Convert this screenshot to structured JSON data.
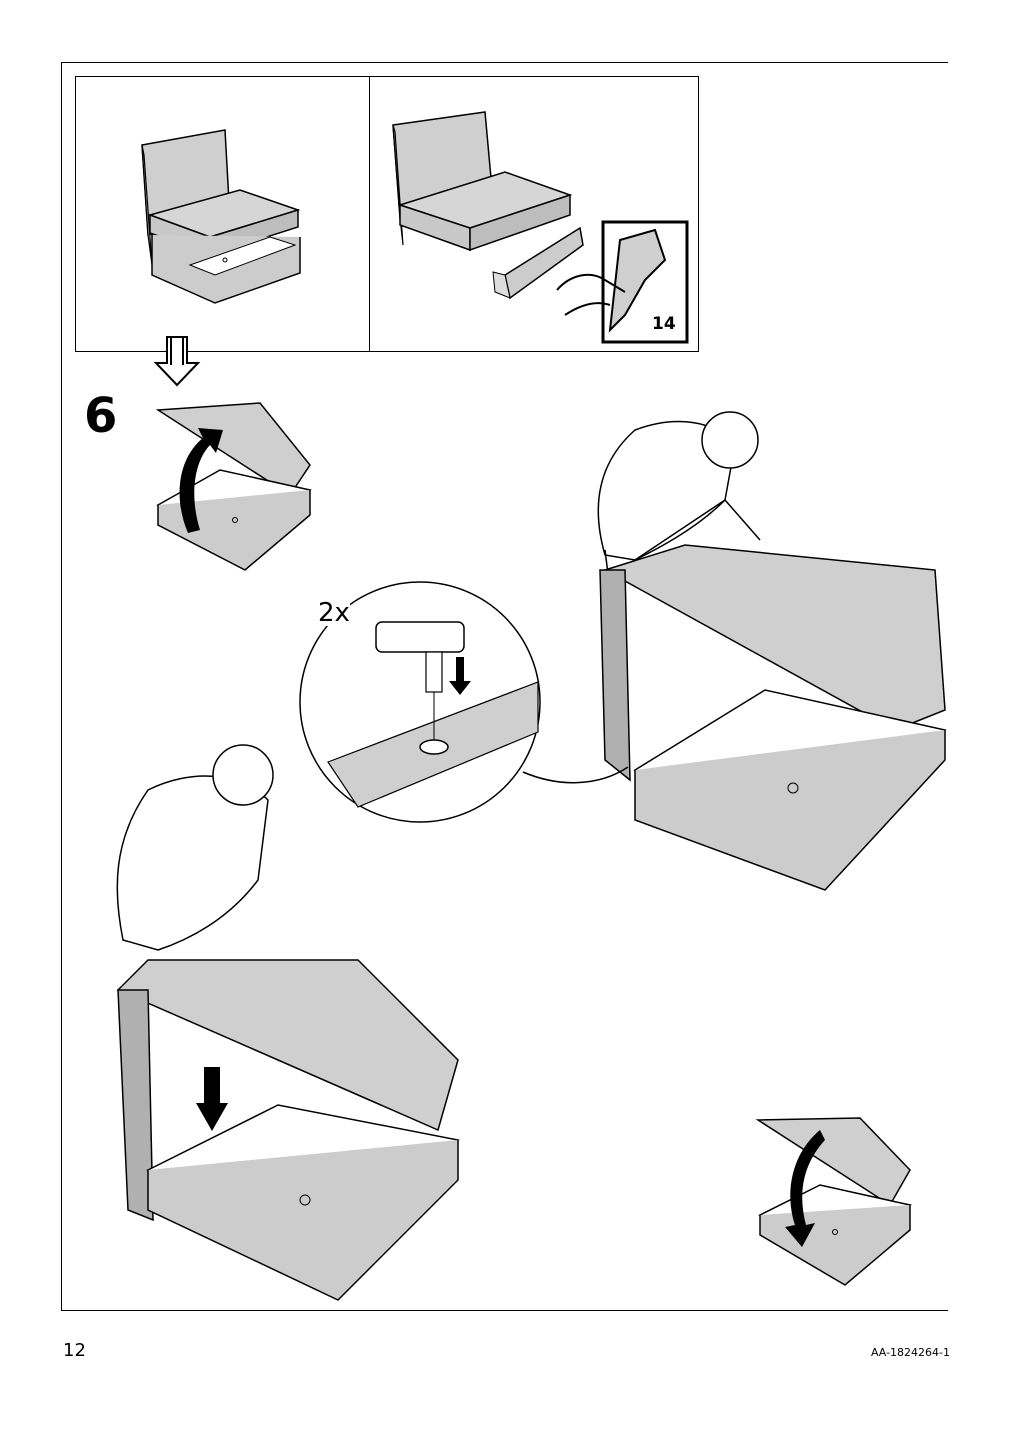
{
  "step": {
    "number": "6"
  },
  "quantity_label": "2x",
  "reference_page": "14",
  "footer": {
    "page_number": "12",
    "document_code": "AA-1824264-1"
  },
  "icons": [
    "down-arrow-icon",
    "up-arrow-icon",
    "peel-sticker-icon",
    "push-down-arrow-icon",
    "close-arrow-icon"
  ]
}
